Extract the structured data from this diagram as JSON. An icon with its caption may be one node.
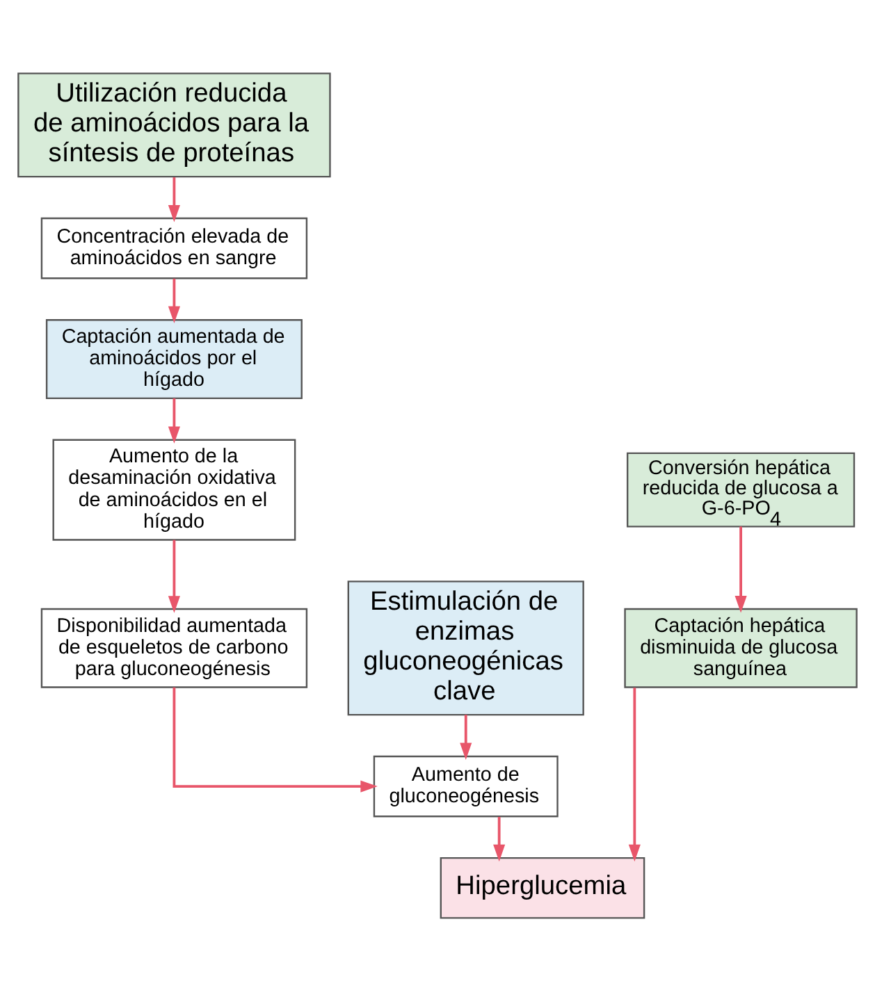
{
  "diagram": {
    "nodes": [
      {
        "text": [
          "Utilización reducida de aminoácidos para la síntesis de proteínas"
        ]
      },
      {
        "text": [
          "Concentración elevada de aminoácidos en sangre"
        ]
      },
      {
        "text": [
          "Captación aumentada de aminoácidos por el hígado"
        ]
      },
      {
        "text": [
          "Aumento de la desaminación oxidativa de aminoácidos en el hígado"
        ]
      },
      {
        "text": [
          "Conversión hepática reducida de glucosa a G-6-PO$_{4}$"
        ]
      },
      {
        "text": [
          "Disponibilidad aumentada de esqueletos de carbono para gluconeogénesis"
        ]
      },
      {
        "text": [
          "Estimulación de enzimas gluconeogénicas clave"
        ]
      },
      {
        "text": [
          "Captación hepática disminuida de glucosa sanguínea"
        ]
      },
      {
        "text": [
          "Aumento de gluconeogénesis"
        ]
      },
      {
        "text": [
          "Hiperglucemia"
        ]
      }
    ],
    "edges": [
      {
        "from": 0,
        "to": 1,
        "arrow": "to"
      },
      {
        "from": 1,
        "to": 2,
        "arrow": "to"
      },
      {
        "from": 2,
        "to": 3,
        "arrow": "to"
      },
      {
        "from": 3,
        "to": 5,
        "arrow": "to"
      },
      {
        "from": 5,
        "to": 8,
        "arrow": "to"
      },
      {
        "from": 6,
        "to": 8,
        "arrow": "to"
      },
      {
        "from": 8,
        "to": 9,
        "arrow": "to"
      },
      {
        "from": 4,
        "to": 7,
        "arrow": "to"
      },
      {
        "from": 7,
        "to": 9,
        "arrow": "to"
      }
    ]
  }
}
